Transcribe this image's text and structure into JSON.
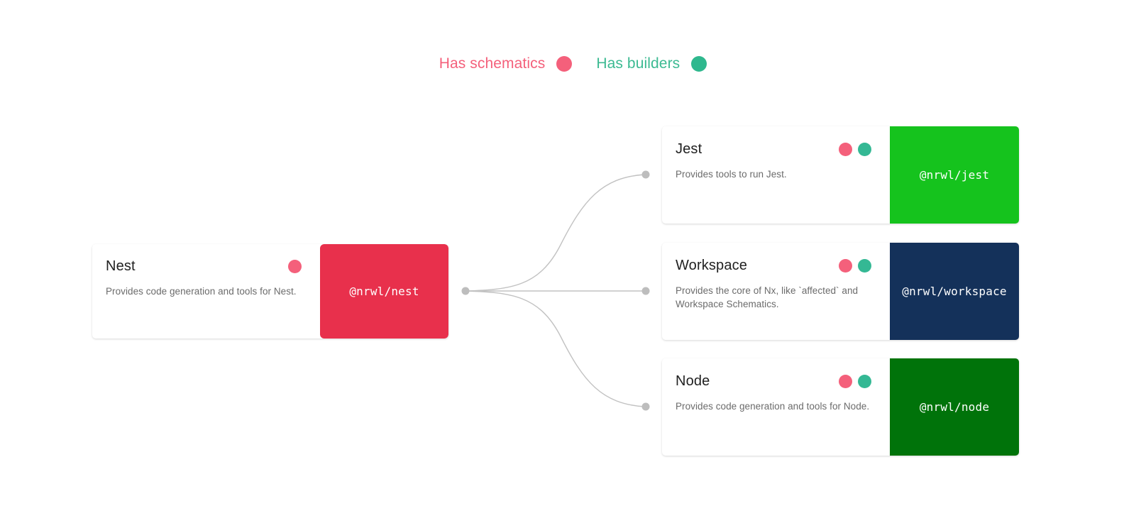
{
  "legend": {
    "items": [
      {
        "label": "Has schematics",
        "color": "#f4607b",
        "dot": "legend-dot-schematics"
      },
      {
        "label": "Has builders",
        "color": "#2fb88e",
        "dot": "legend-dot-builders"
      }
    ]
  },
  "graph": {
    "source_node": "nest",
    "edge_color": "#c2c2c2",
    "endpoint_dot_color": "#bdbdbd",
    "edges": [
      {
        "from": "nest",
        "to": "jest"
      },
      {
        "from": "nest",
        "to": "workspace"
      },
      {
        "from": "nest",
        "to": "node"
      }
    ]
  },
  "nodes": {
    "nest": {
      "title": "Nest",
      "description": "Provides code generation and tools for Nest.",
      "package": "@nrwl/nest",
      "badge_color": "#e8304c",
      "has_schematics": true,
      "has_builders": false
    },
    "jest": {
      "title": "Jest",
      "description": "Provides tools to run Jest.",
      "package": "@nrwl/jest",
      "badge_color": "#15c31d",
      "has_schematics": true,
      "has_builders": true
    },
    "workspace": {
      "title": "Workspace",
      "description": "Provides the core of Nx, like `affected` and Workspace Schematics.",
      "package": "@nrwl/workspace",
      "badge_color": "#14315a",
      "has_schematics": true,
      "has_builders": true
    },
    "node": {
      "title": "Node",
      "description": "Provides code generation and tools for Node.",
      "package": "@nrwl/node",
      "badge_color": "#00730a",
      "has_schematics": true,
      "has_builders": true
    }
  }
}
